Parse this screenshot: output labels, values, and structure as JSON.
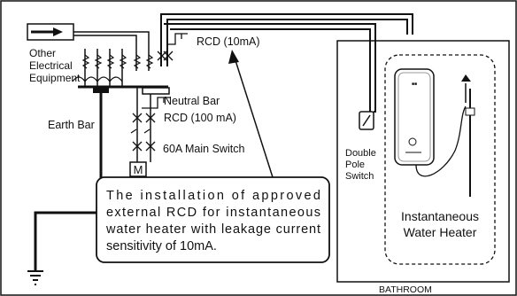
{
  "labels": {
    "other_equipment": [
      "Other",
      "Electrical",
      "Equipment"
    ],
    "earth_bar": "Earth Bar",
    "neutral_bar": "Neutral Bar",
    "rcd_100": "RCD (100 mA)",
    "rcd_10": "RCD (10mA)",
    "main_switch": "60A Main Switch",
    "meter": "M",
    "double_pole_switch": [
      "Double",
      "Pole",
      "Switch"
    ],
    "heater": [
      "Instantaneous",
      "Water Heater"
    ],
    "bathroom": "BATHROOM"
  },
  "note": {
    "lines": [
      "The installation of approved",
      "external RCD for instantaneous",
      "water heater with leakage current",
      "sensitivity of 10mA."
    ]
  },
  "colors": {
    "line": "#111111",
    "background": "#ffffff"
  }
}
